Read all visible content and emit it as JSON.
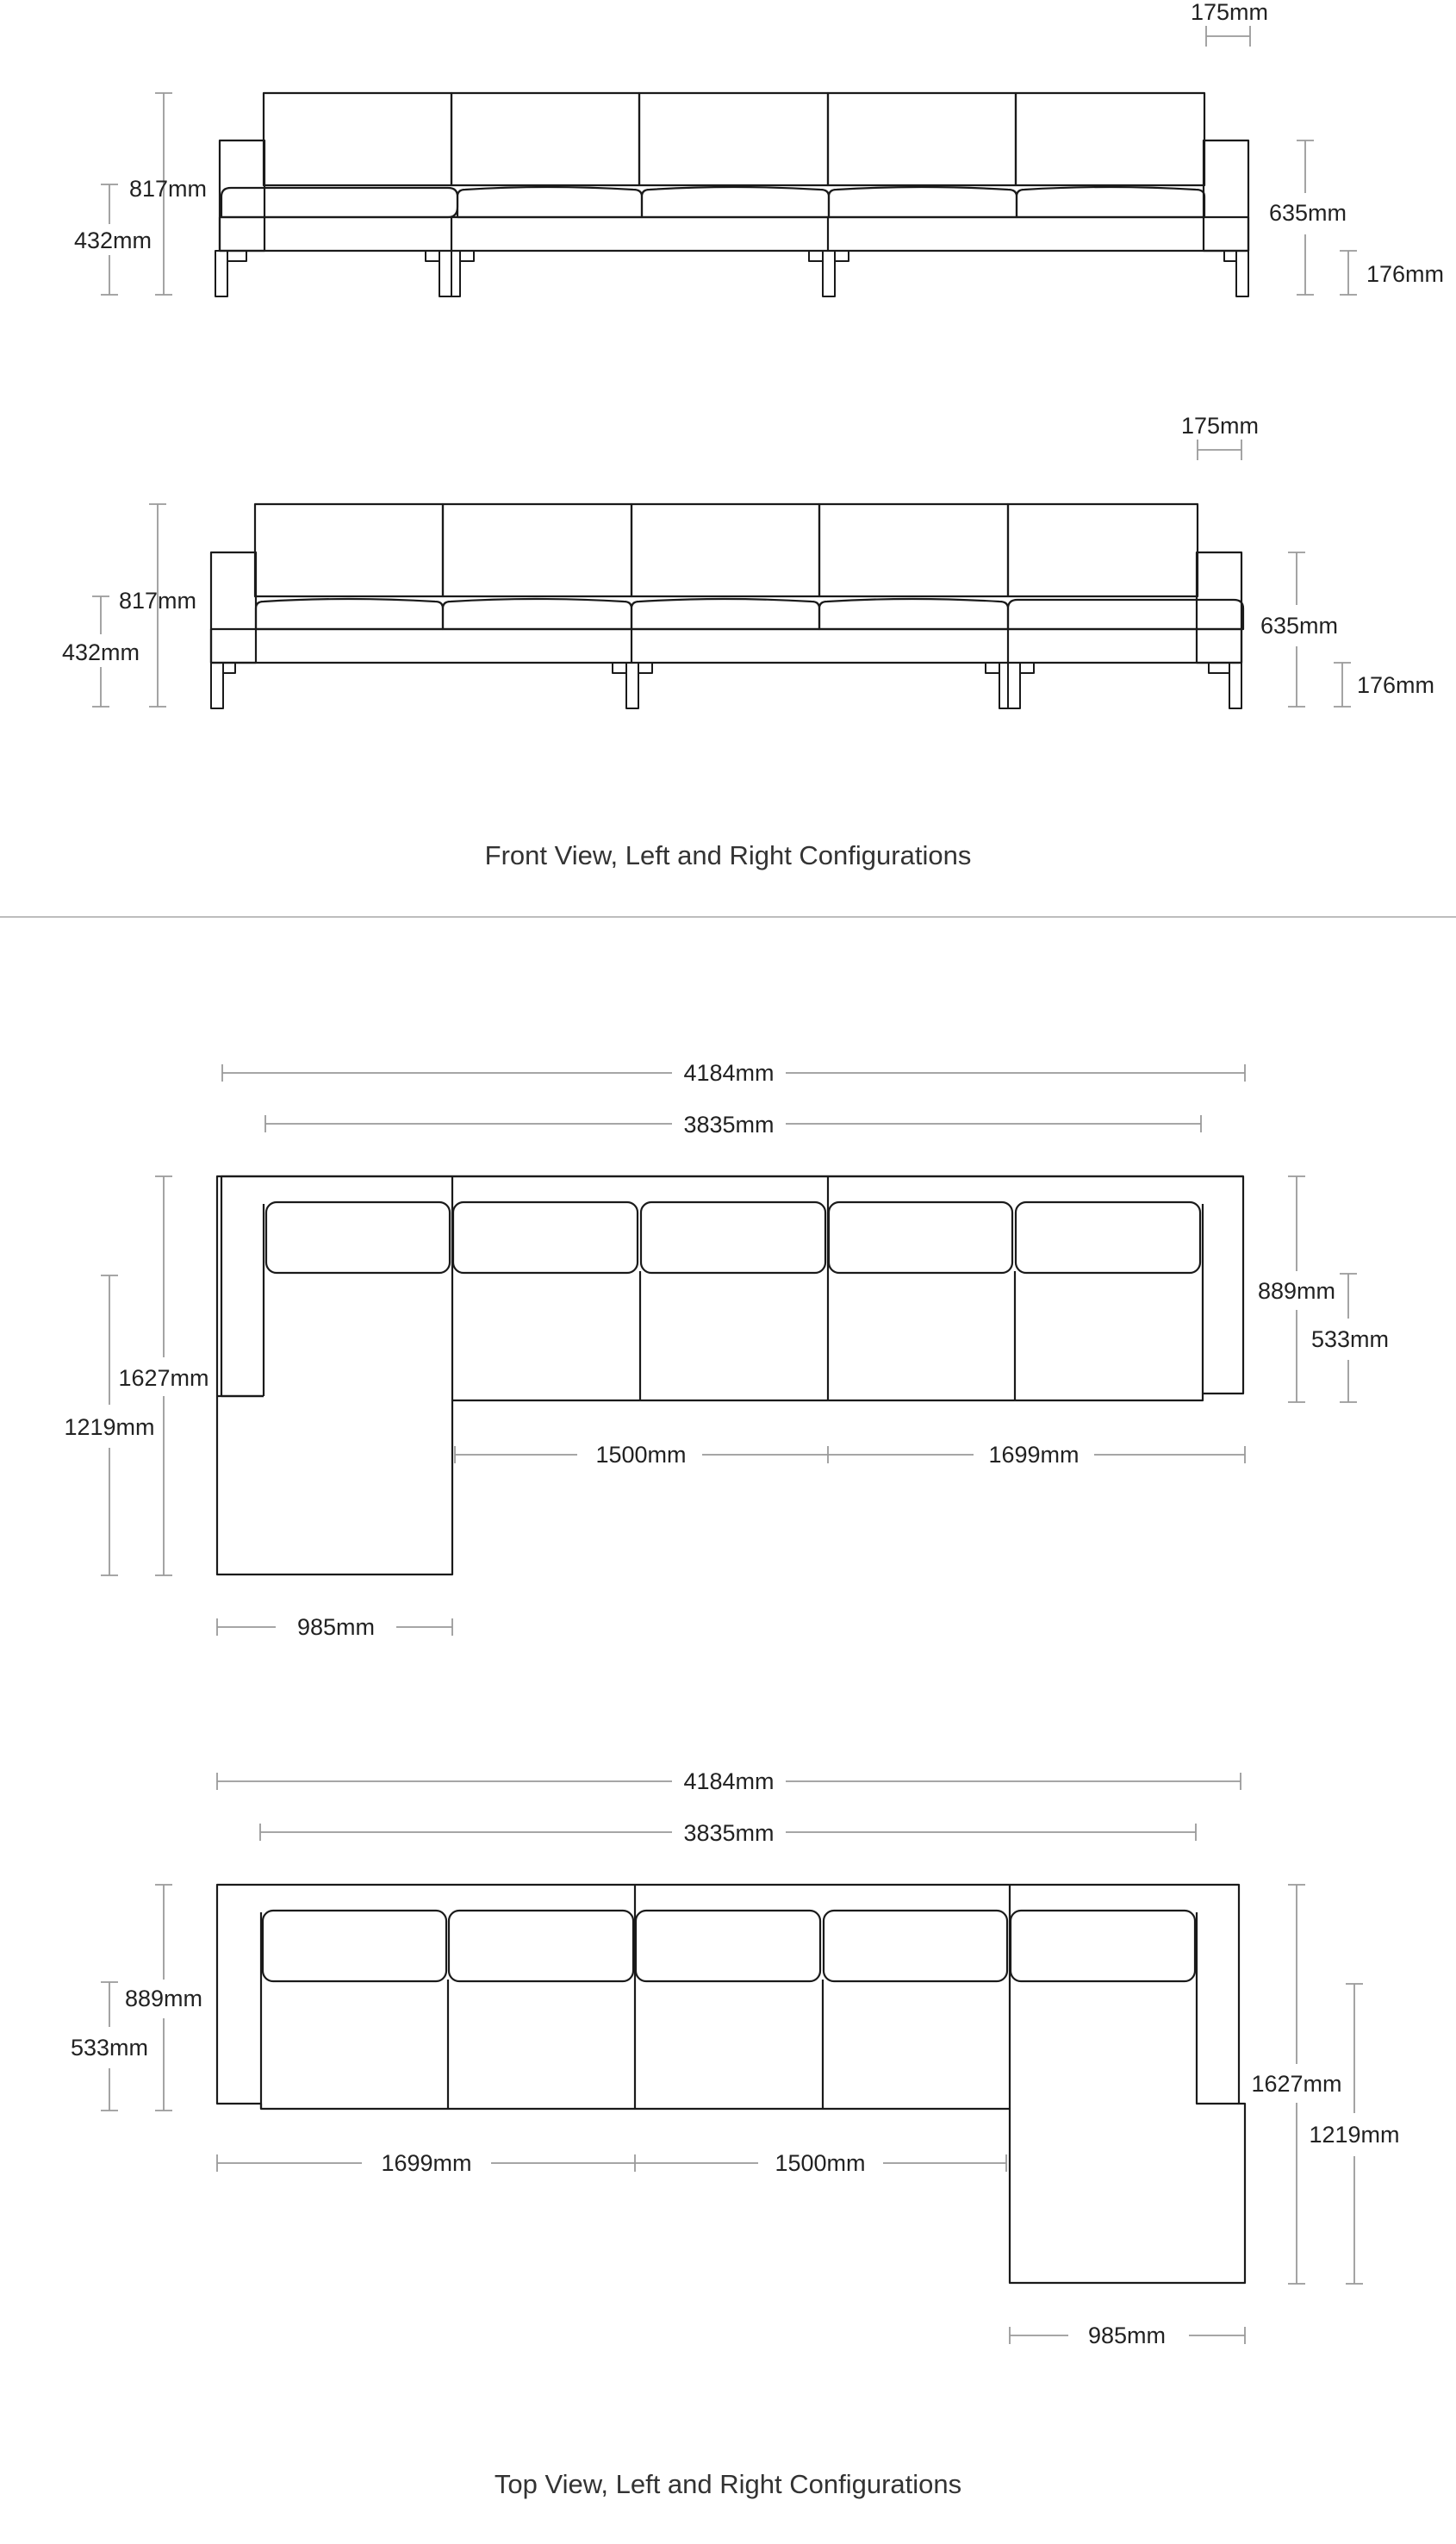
{
  "colors": {
    "sofa_line": "#1a1a1a",
    "dim_line": "#9a9a9a",
    "separator": "#bdbdbd",
    "text": "#222222",
    "background": "#ffffff"
  },
  "front_view": {
    "caption": "Front View, Left and Right Configurations",
    "left_config": {
      "arm_width": "175mm",
      "total_height": "817mm",
      "seat_height": "432mm",
      "arm_height": "635mm",
      "leg_height": "176mm"
    },
    "right_config": {
      "arm_width": "175mm",
      "total_height": "817mm",
      "seat_height": "432mm",
      "arm_height": "635mm",
      "leg_height": "176mm"
    }
  },
  "top_view": {
    "caption": "Top View, Left and Right Configurations",
    "left_config": {
      "overall_width": "4184mm",
      "inner_width": "3835mm",
      "chaise_depth": "1627mm",
      "chaise_seat_depth": "1219mm",
      "sofa_depth": "889mm",
      "seat_depth": "533mm",
      "middle_span": "1500mm",
      "end_span": "1699mm",
      "chaise_width": "985mm"
    },
    "right_config": {
      "overall_width": "4184mm",
      "inner_width": "3835mm",
      "sofa_depth": "889mm",
      "seat_depth": "533mm",
      "chaise_depth": "1627mm",
      "chaise_seat_depth": "1219mm",
      "end_span": "1699mm",
      "middle_span": "1500mm",
      "chaise_width": "985mm"
    }
  }
}
